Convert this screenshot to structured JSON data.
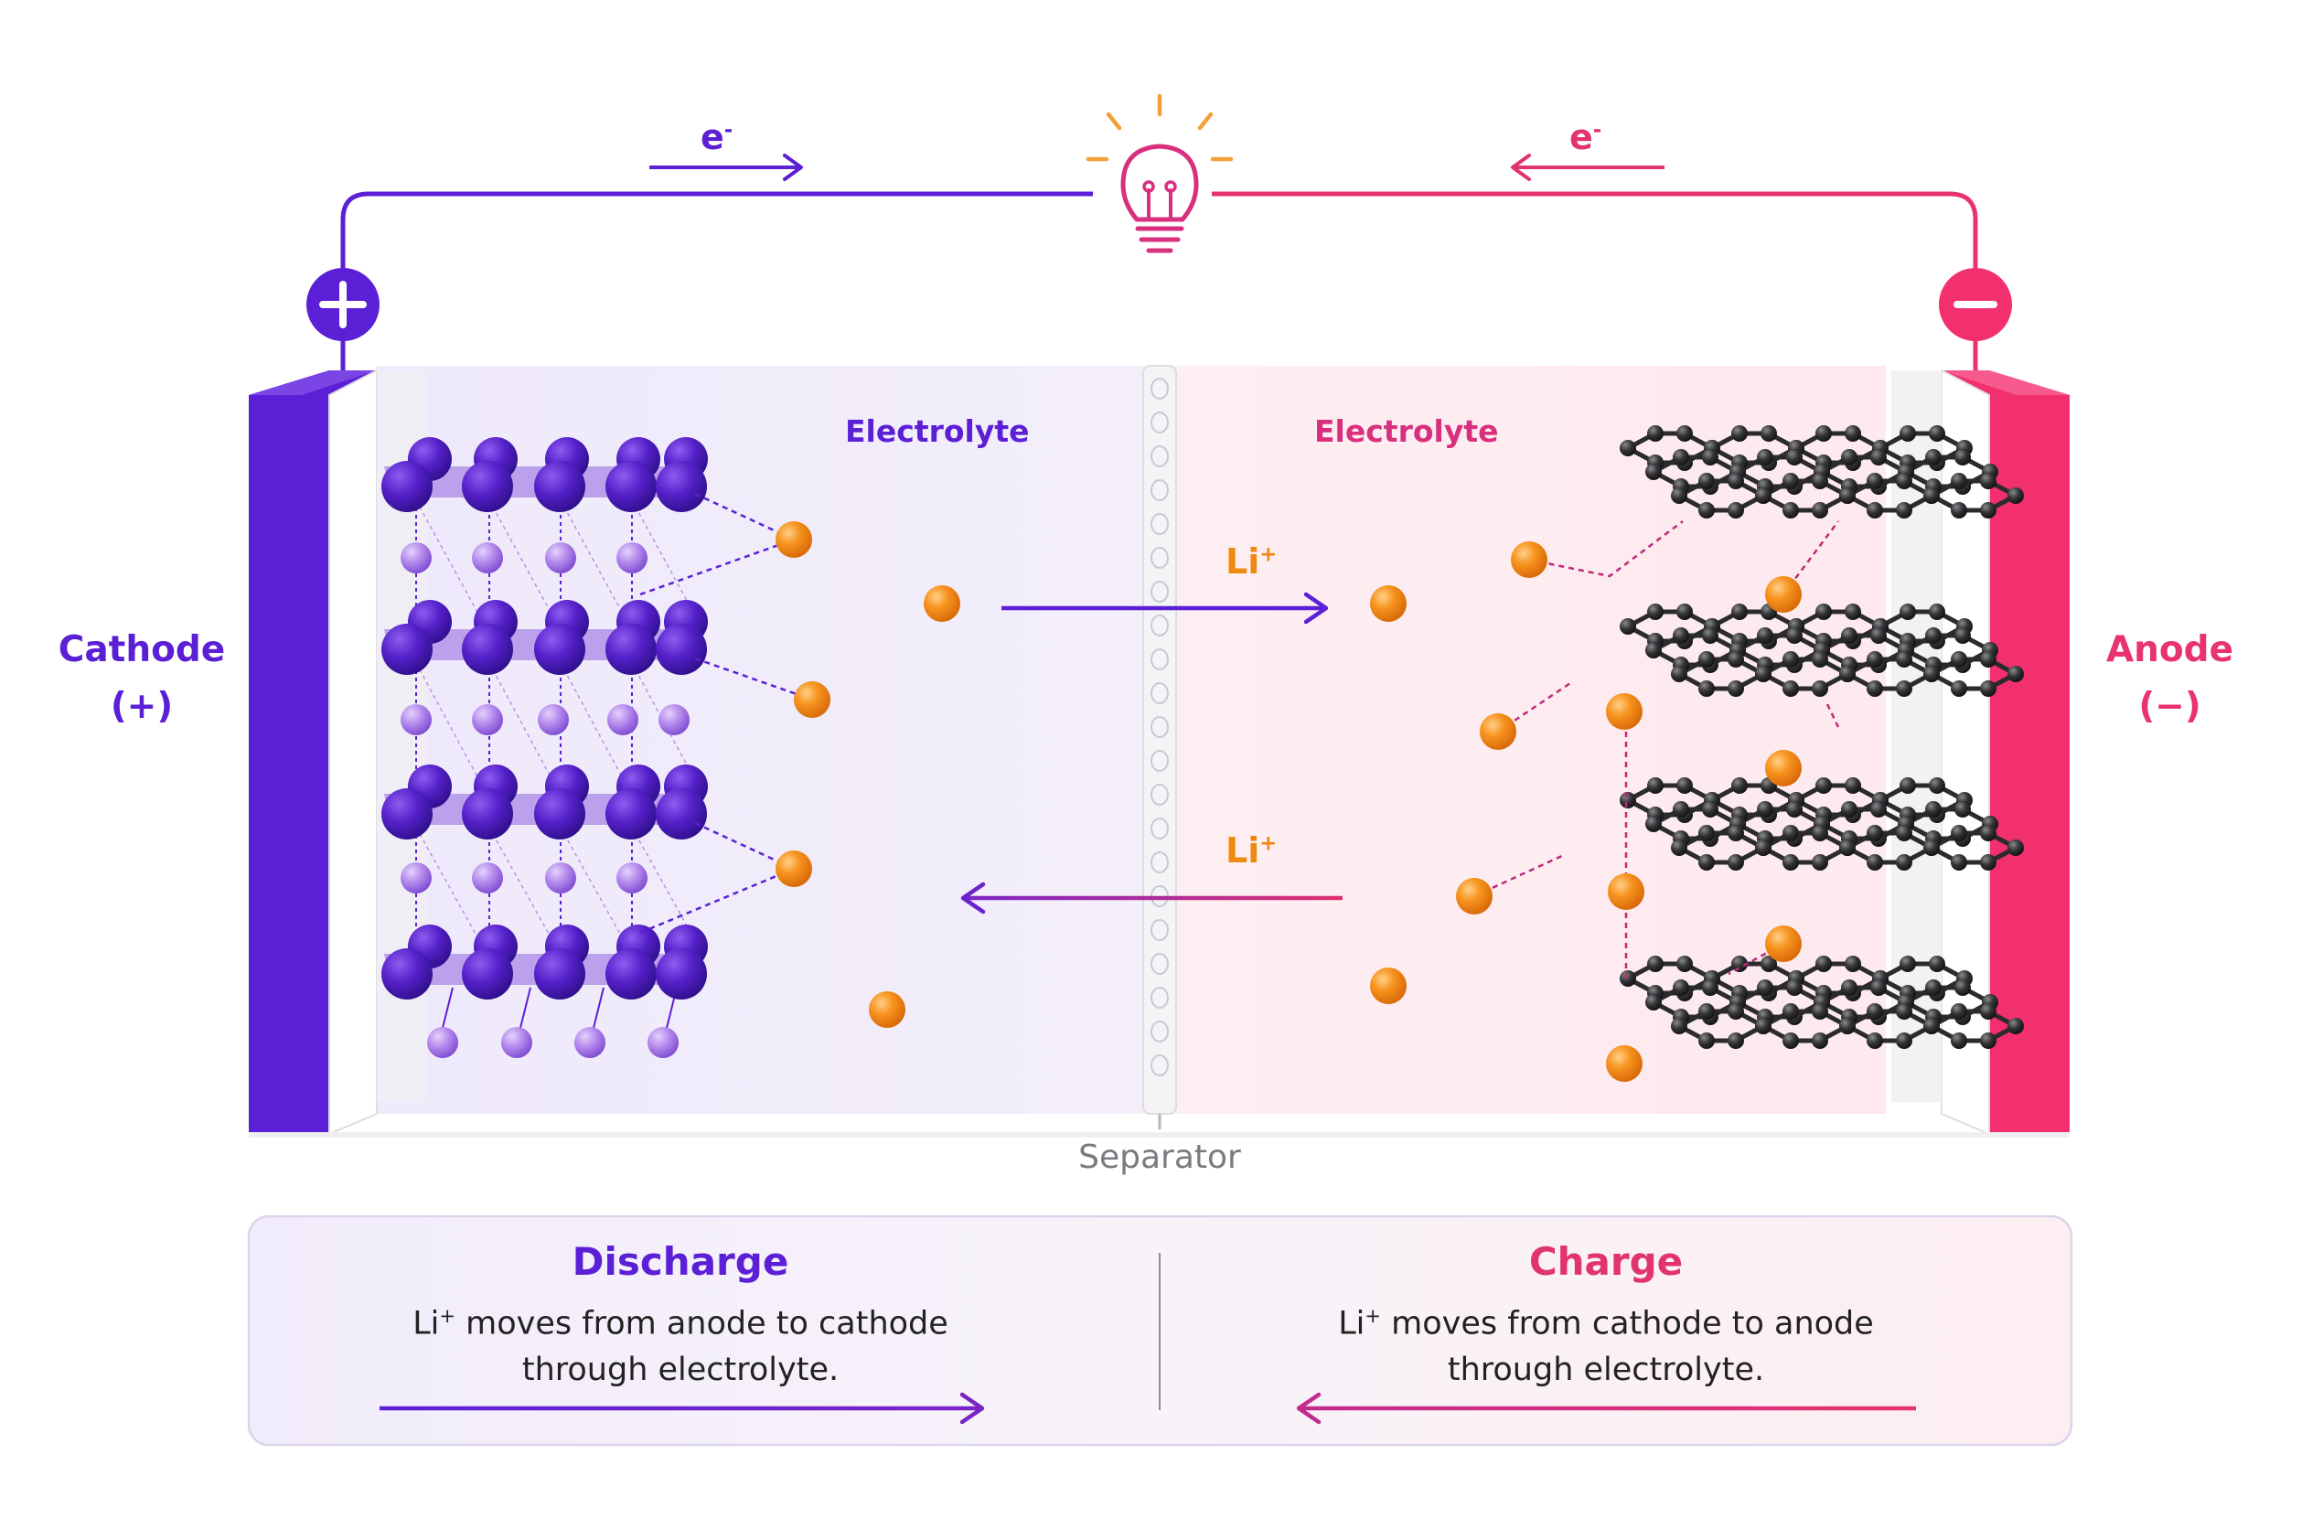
{
  "labels": {
    "cathode": "Cathode",
    "cathode_sign": "(+)",
    "anode": "Anode",
    "anode_sign": "(−)",
    "electrolyte_left": "Electrolyte",
    "electrolyte_right": "Electrolyte",
    "separator": "Separator",
    "electron": "e",
    "electron_charge": "-",
    "ion": "Li",
    "ion_charge": "+"
  },
  "modes": {
    "discharge": {
      "title": "Discharge",
      "ion": "Li",
      "ion_charge": "+",
      "text_line1": " moves from anode to cathode",
      "text_line2": "through electrolyte."
    },
    "charge": {
      "title": "Charge",
      "ion": "Li",
      "ion_charge": "+",
      "text_line1": " moves from cathode to anode",
      "text_line2": "through electrolyte."
    }
  },
  "icons": {
    "positive_terminal": "plus-icon",
    "negative_terminal": "minus-icon",
    "load": "lightbulb-icon"
  },
  "colors": {
    "cathode": "#5b1fd6",
    "anode": "#f2306e",
    "lithium_ion": "#f7931e",
    "graphite": "#2b2b2e",
    "cathode_lattice": "#a97ee6",
    "bulb": "#f2a13a"
  }
}
